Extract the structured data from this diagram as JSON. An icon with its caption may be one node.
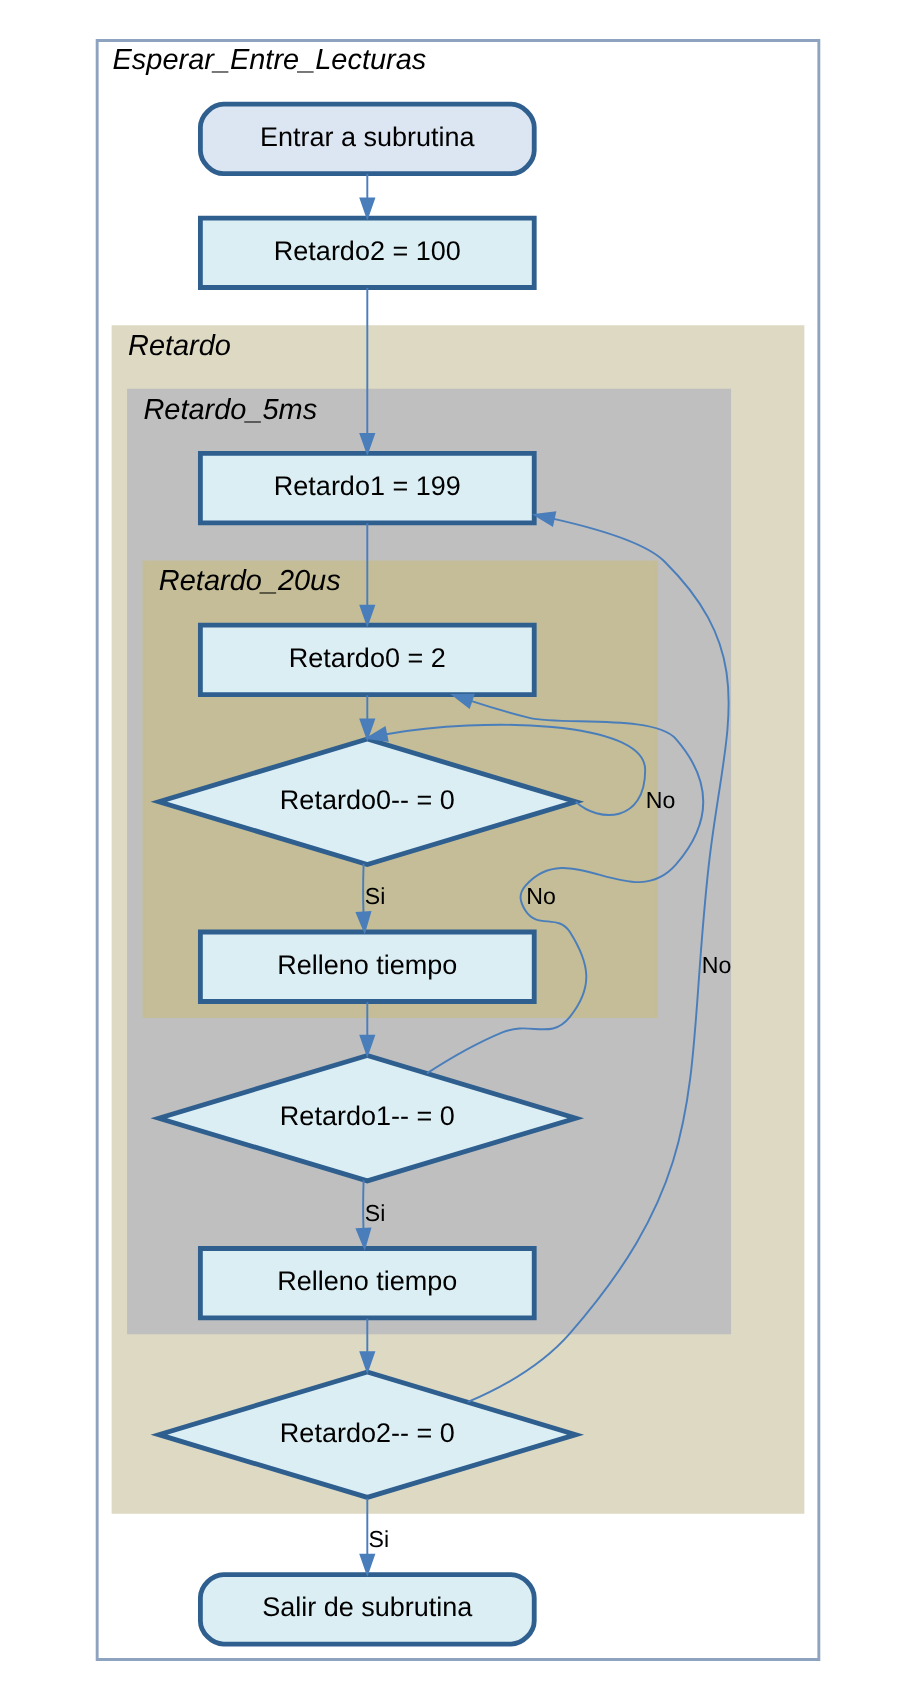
{
  "diagram": {
    "nodes": [
      {
        "text": [
          "Esperar_Entre_Lecturas"
        ]
      },
      {
        "text": [
          "Entrar a subrutina"
        ],
        "in": 0
      },
      {
        "text": [
          "Retardo2 = 100"
        ],
        "in": 0
      },
      {
        "text": [
          "Retardo"
        ],
        "in": 0
      },
      {
        "text": [
          "Retardo_5ms"
        ],
        "in": 3
      },
      {
        "text": [
          "Retardo1 = 199"
        ],
        "in": 4
      },
      {
        "text": [
          "Retardo_20us"
        ],
        "in": 4
      },
      {
        "text": [
          "Retardo0 = 2"
        ],
        "in": 6
      },
      {
        "text": [
          "Retardo0-- = 0"
        ],
        "in": 6
      },
      {
        "text": [
          "Relleno tiempo"
        ],
        "in": 6
      },
      {
        "text": [
          "Retardo1-- = 0"
        ],
        "in": 4
      },
      {
        "text": [
          "Relleno tiempo"
        ],
        "in": 4
      },
      {
        "text": [
          "Retardo2-- = 0"
        ],
        "in": 3
      },
      {
        "text": [
          "Salir de subrutina"
        ],
        "in": 0
      }
    ],
    "edges": [
      {
        "from": 1,
        "to": 2,
        "arrow": "to"
      },
      {
        "from": 2,
        "to": 5,
        "arrow": "to"
      },
      {
        "from": 5,
        "to": 7,
        "arrow": "to"
      },
      {
        "from": 7,
        "to": 8,
        "arrow": "to"
      },
      {
        "from": 8,
        "to": 9,
        "label": "Si",
        "arrow": "to"
      },
      {
        "from": 8,
        "to": 8,
        "label": "No",
        "arrow": "to"
      },
      {
        "from": 9,
        "to": 10,
        "arrow": "to"
      },
      {
        "from": 10,
        "to": 11,
        "label": "Si",
        "arrow": "to"
      },
      {
        "from": 10,
        "to": 7,
        "label": "No",
        "arrow": "to"
      },
      {
        "from": 11,
        "to": 12,
        "arrow": "to"
      },
      {
        "from": 12,
        "to": 5,
        "label": "No",
        "arrow": "to"
      },
      {
        "from": 12,
        "to": 13,
        "label": "Si",
        "arrow": "to"
      }
    ]
  }
}
